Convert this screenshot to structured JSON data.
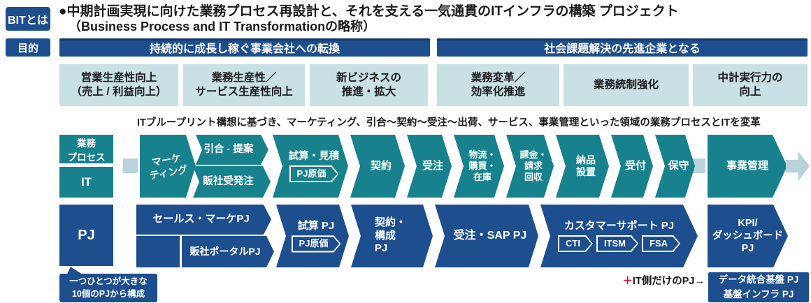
{
  "colors": {
    "navy": "#1d4e8e",
    "teal": "#17828e",
    "light_blue": "#c9e0e4",
    "pale_arrow": "#b9d2dc",
    "plus_red": "#e60012"
  },
  "header": {
    "bit_label": "BITとは",
    "title_line1": "●中期計画実現に向けた業務プロセス再設計と、それを支える一気通貫のITインフラの構築 プロジェクト",
    "title_line2": "（Business Process and IT Transformationの略称）",
    "purpose_label": "目的",
    "goal_left": "持続的に成長し稼ぐ事業会社への転換",
    "goal_right": "社会課題解決の先進企業となる"
  },
  "objectives": [
    "営業生産性向上\n（売上 / 利益向上）",
    "業務生産性／\nサービス生産性向上",
    "新ビジネスの\n推進・拡大",
    "業務変革／\n効率化推進",
    "業務統制強化",
    "中計実行力の\n向上"
  ],
  "blueprint_note": "ITブループリント構想に基づき、マーケティング、引合〜契約〜受注〜出荷、サービス、事業管理といった領域の業務プロセスとITを変革",
  "lanes": {
    "process": "業務\nプロセス",
    "it": "IT",
    "pj": "PJ"
  },
  "flow": {
    "marketing": "マーケ\nティング",
    "inquiry_proposal": "引合 - 提案",
    "dealer_orders": "販社受発注",
    "estimate": "試算・見積",
    "estimate_sub": "PJ原価",
    "contract": "契約",
    "order": "受注",
    "logistics": "物流・\n購買・\n在庫",
    "billing": "課金・\n請求\n回収",
    "delivery": "納品\n設置",
    "reception": "受付",
    "maintenance": "保守",
    "business_mgmt": "事業管理"
  },
  "projects": {
    "sales_marketing": "セールス・マーケPJ",
    "dealer_portal": "販社ポータルPJ",
    "estimate_pj": "試算 PJ",
    "estimate_pj_sub": "PJ原価",
    "contract_config": "契約・\n構成\nPJ",
    "order_sap": "受注・SAP PJ",
    "customer_support": "カスタマーサポート PJ",
    "cs_sub": [
      "CTI",
      "ITSM",
      "FSA"
    ],
    "kpi": "KPI/\nダッシュボード\nPJ"
  },
  "footer": {
    "bubble": "一つひとつが大きな\n10個のPJから構成",
    "it_only_plus": "＋",
    "it_only_text": "IT側だけのPJ→",
    "it_pj_box": "データ統合基盤 PJ\n基盤インフラ PJ"
  }
}
